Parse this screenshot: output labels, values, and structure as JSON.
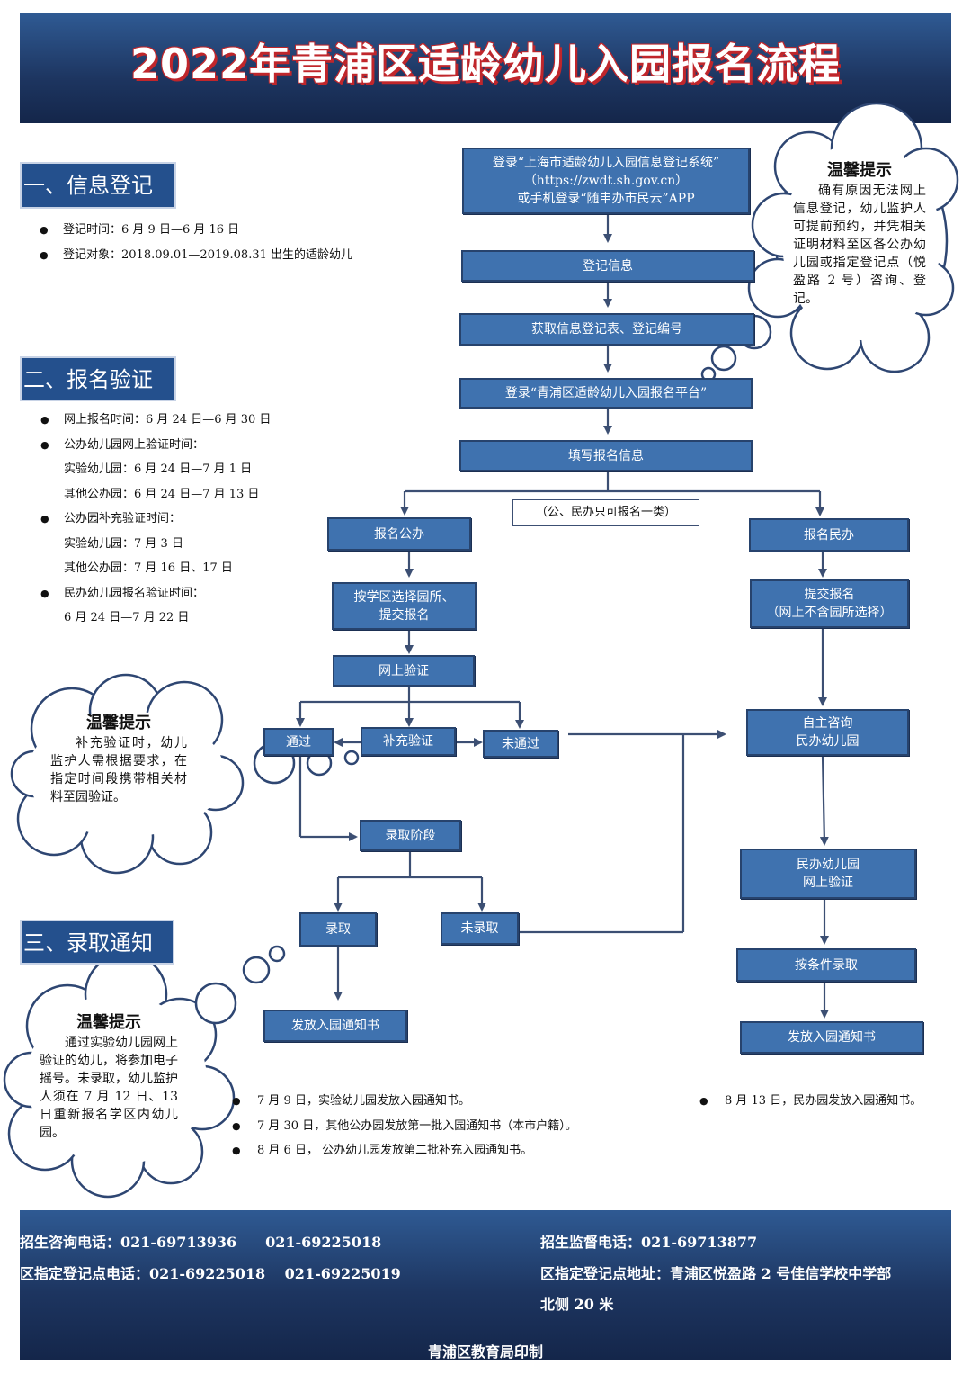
{
  "header": {
    "title": "2022年青浦区适龄幼儿入园报名流程"
  },
  "sections": {
    "s1": "一、信息登记",
    "s2": "二、报名验证",
    "s3": "三、录取通知"
  },
  "s1_items": [
    "登记时间：6 月 9 日—6 月 16 日",
    "登记对象：2018.09.01—2019.08.31 出生的适龄幼儿"
  ],
  "s2_items": [
    "网上报名时间：6 月 24 日—6 月 30 日",
    "公办幼儿园网上验证时间：",
    "实验幼儿园：6 月 24 日—7 月 1 日",
    "其他公办园：6 月 24 日—7 月 13 日",
    "公办园补充验证时间：",
    "实验幼儿园：7 月 3 日",
    "其他公办园：7 月 16 日、17 日",
    "民办幼儿园报名验证时间：",
    "6 月 24 日—7 月 22 日"
  ],
  "flow": {
    "login_system_l1": "登录“上海市适龄幼儿入园信息登记系统”",
    "login_system_l2": "（https://zwdt.sh.gov.cn）",
    "login_system_l3": "或手机登录“随申办市民云”APP",
    "register_info": "登记信息",
    "get_form": "获取信息登记表、登记编号",
    "login_platform": "登录“青浦区适龄幼儿入园报名平台”",
    "fill_info": "填写报名信息",
    "note_one_type": "（公、民办只可报名一类）",
    "public_apply": "报名公办",
    "public_select_l1": "按学区选择园所、",
    "public_select_l2": "提交报名",
    "online_verify": "网上验证",
    "pass": "通过",
    "supplement_verify": "补充验证",
    "fail": "未通过",
    "admission_stage": "录取阶段",
    "admitted": "录取",
    "not_admitted": "未录取",
    "issue_notice_public": "发放入园通知书",
    "private_apply": "报名民办",
    "private_submit_l1": "提交报名",
    "private_submit_l2": "（网上不含园所选择）",
    "consult_l1": "自主咨询",
    "consult_l2": "民办幼儿园",
    "private_verify_l1": "民办幼儿园",
    "private_verify_l2": "网上验证",
    "conditional_admit": "按条件录取",
    "issue_notice_private": "发放入园通知书"
  },
  "tips": {
    "tip1": {
      "title": "温馨提示",
      "body": "确有原因无法网上信息登记，幼儿监护人可提前预约，并凭相关证明材料至区各公办幼儿园或指定登记点（悦盈路 2 号）咨询、登记。"
    },
    "tip2": {
      "title": "温馨提示",
      "body": "补充验证时，幼儿监护人需根据要求，在指定时间段携带相关材料至园验证。"
    },
    "tip3": {
      "title": "温馨提示",
      "body": "通过实验幼儿园网上验证的幼儿，将参加电子摇号。未录取，幼儿监护人须在 7 月 12 日、13 日重新报名学区内幼儿园。"
    }
  },
  "s3_items": [
    "7 月 9 日，实验幼儿园发放入园通知书。",
    "7 月 30 日，其他公办园发放第一批入园通知书（本市户籍）。",
    "8 月 6 日， 公办幼儿园发放第二批补充入园通知书。"
  ],
  "s3_private_item": "8 月 13 日，民办园发放入园通知书。",
  "footer": {
    "consult_phone": "招生咨询电话：021-69713936　　021-69225018",
    "register_phone": "区指定登记点电话：021-69225018　 021-69225019",
    "supervise_phone": "招生监督电话：021-69713877",
    "address_l1": "区指定登记点地址：青浦区悦盈路 2 号佳信学校中学部",
    "address_l2": "北侧 20 米",
    "printer": "青浦区教育局印制"
  },
  "colors": {
    "header": "#1d3560",
    "box": "#3f72af",
    "title_shadow": "#c0262b"
  }
}
